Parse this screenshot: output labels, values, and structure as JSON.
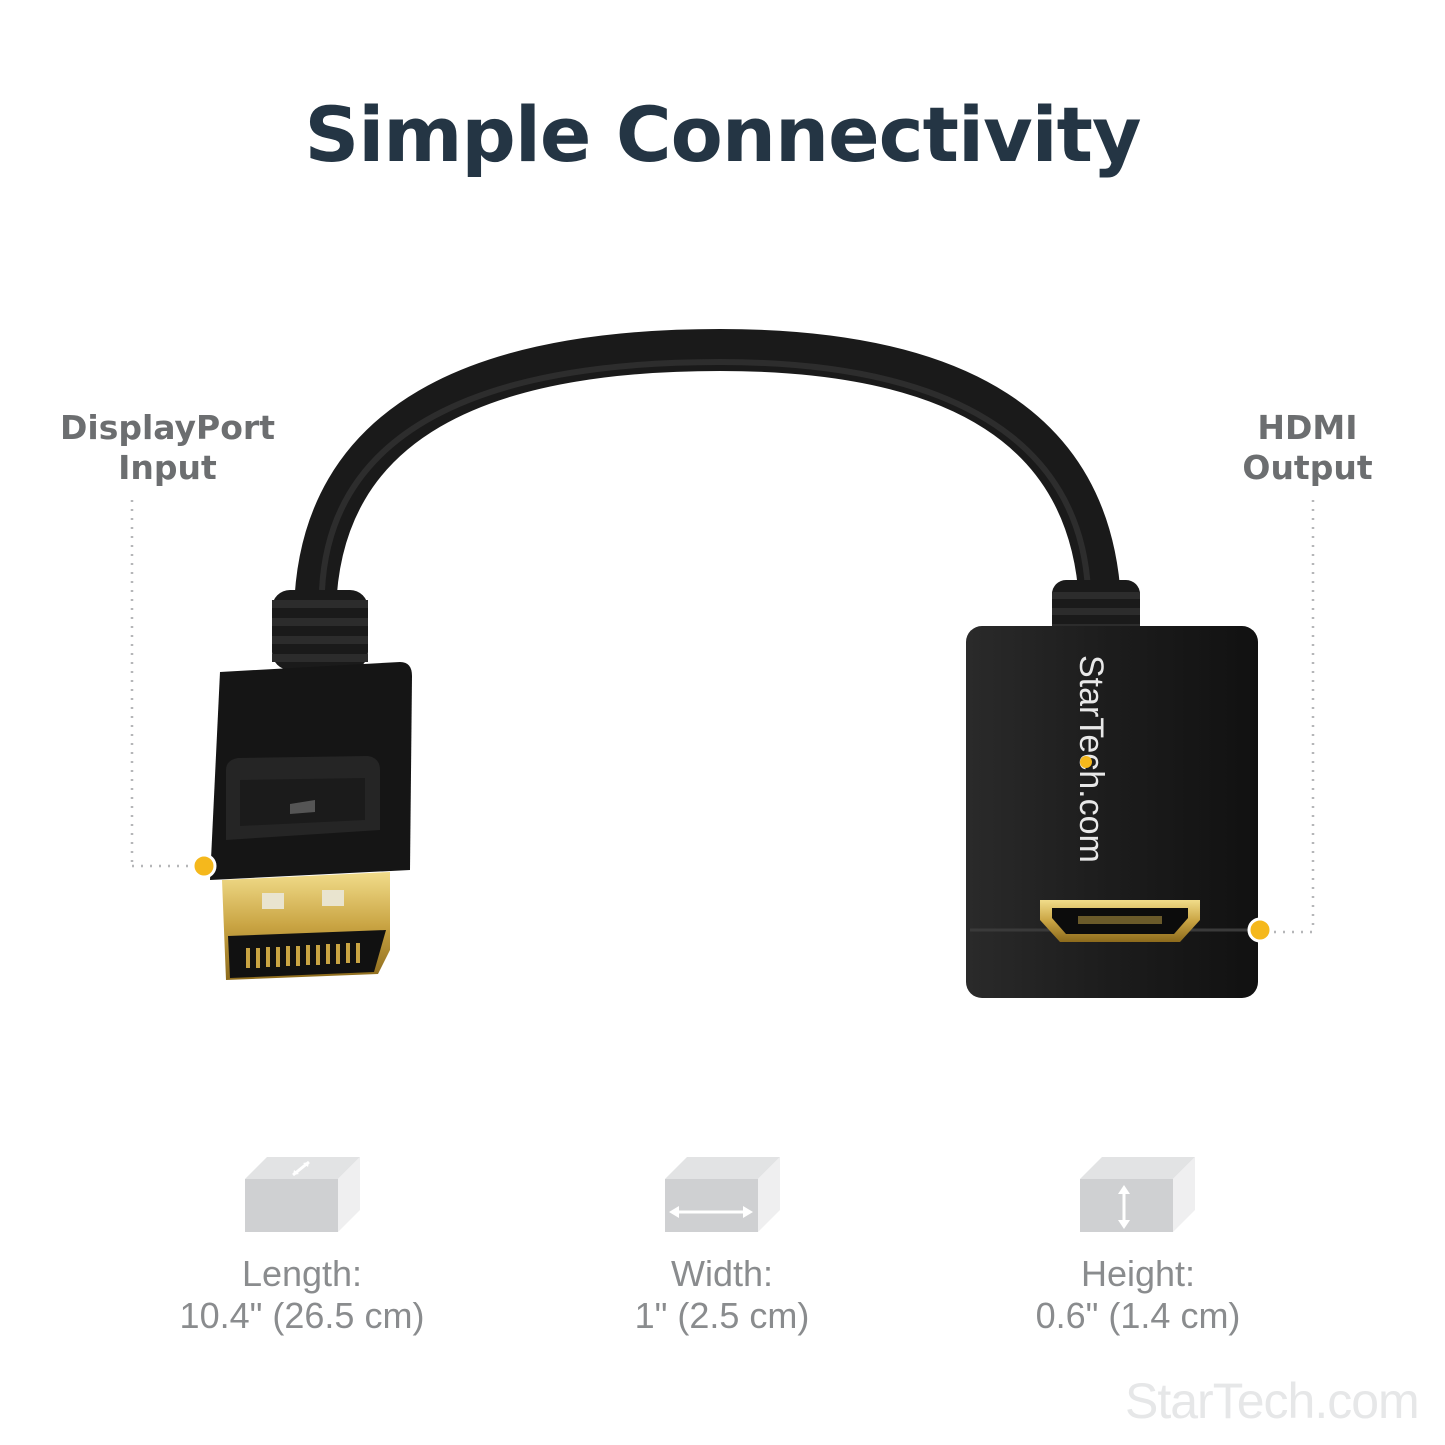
{
  "title": "Simple Connectivity",
  "callouts": {
    "left": {
      "line1": "DisplayPort",
      "line2": "Input"
    },
    "right": {
      "line1": "HDMI",
      "line2": "Output"
    }
  },
  "brand_on_adapter": "StarTech.com",
  "dimensions": {
    "length": {
      "label": "Length:",
      "value": "10.4\" (26.5 cm)"
    },
    "width": {
      "label": "Width:",
      "value": "1\" (2.5 cm)"
    },
    "height": {
      "label": "Height:",
      "value": "0.6\" (1.4 cm)"
    }
  },
  "watermark": "StarTech.com",
  "colors": {
    "title": "#243544",
    "callout_text": "#6c6e70",
    "accent_dot": "#f5b81c",
    "dimension_text": "#8a8c8e",
    "watermark": "#e6e7e8"
  },
  "icons": [
    "length-cube-icon",
    "width-cube-icon",
    "height-cube-icon"
  ]
}
